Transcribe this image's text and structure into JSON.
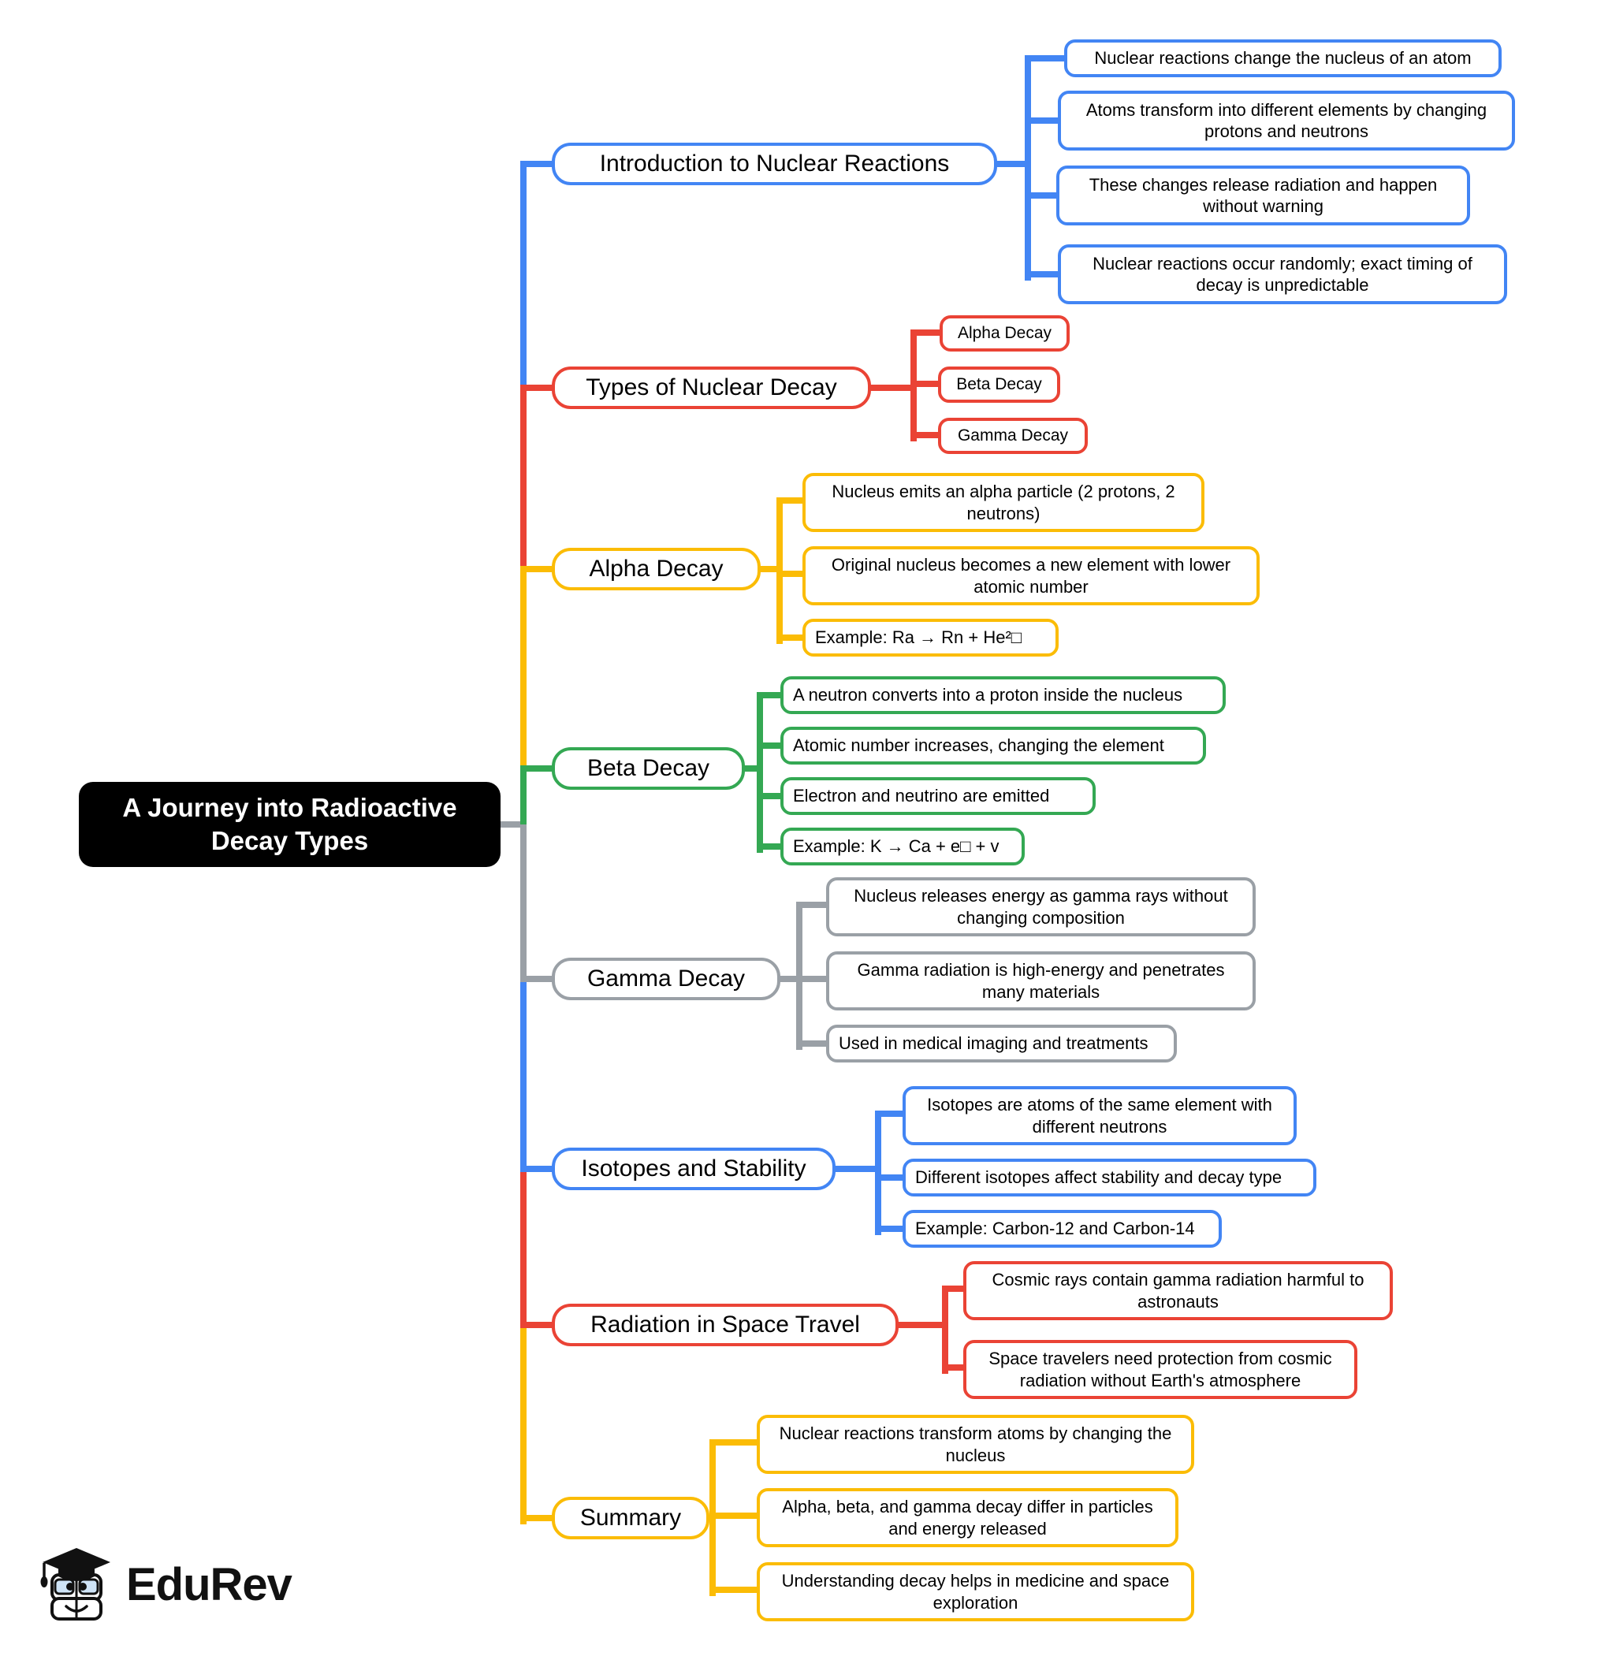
{
  "root": {
    "title": "A Journey into Radioactive Decay Types"
  },
  "colors": {
    "blue": "#4285F4",
    "red": "#EA4335",
    "yellow": "#FBBC05",
    "green": "#34A853",
    "gray": "#9AA0A6",
    "root_bg": "#000000",
    "root_text": "#FFFFFF"
  },
  "branches": [
    {
      "label": "Introduction to Nuclear Reactions",
      "color": "blue",
      "children": [
        "Nuclear reactions change the nucleus of an atom",
        "Atoms transform into different elements by changing protons and neutrons",
        "These changes release radiation and happen without warning",
        "Nuclear reactions occur randomly; exact timing of decay is unpredictable"
      ]
    },
    {
      "label": "Types of Nuclear Decay",
      "color": "red",
      "children": [
        "Alpha Decay",
        "Beta Decay",
        "Gamma Decay"
      ]
    },
    {
      "label": "Alpha Decay",
      "color": "yellow",
      "children": [
        "Nucleus emits an alpha particle (2 protons, 2 neutrons)",
        "Original nucleus becomes a new element with lower atomic number",
        "Example: Ra → Rn + He²□"
      ]
    },
    {
      "label": "Beta Decay",
      "color": "green",
      "children": [
        "A neutron converts into a proton inside the nucleus",
        "Atomic number increases, changing the element",
        "Electron and neutrino are emitted",
        "Example: K → Ca + e□ + v"
      ]
    },
    {
      "label": "Gamma Decay",
      "color": "gray",
      "children": [
        "Nucleus releases energy as gamma rays without changing composition",
        "Gamma radiation is high-energy and penetrates many materials",
        "Used in medical imaging and treatments"
      ]
    },
    {
      "label": "Isotopes and Stability",
      "color": "blue",
      "children": [
        "Isotopes are atoms of the same element with different neutrons",
        "Different isotopes affect stability and decay type",
        "Example: Carbon-12 and Carbon-14"
      ]
    },
    {
      "label": "Radiation in Space Travel",
      "color": "red",
      "children": [
        "Cosmic rays contain gamma radiation harmful to astronauts",
        "Space travelers need protection from cosmic radiation without Earth's atmosphere"
      ]
    },
    {
      "label": "Summary",
      "color": "yellow",
      "children": [
        "Nuclear reactions transform atoms by changing the nucleus",
        "Alpha, beta, and gamma decay differ in particles and energy released",
        "Understanding decay helps in medicine and space exploration"
      ]
    }
  ],
  "logo": {
    "text": "EduRev",
    "icon": "graduation-cap-book-icon"
  }
}
